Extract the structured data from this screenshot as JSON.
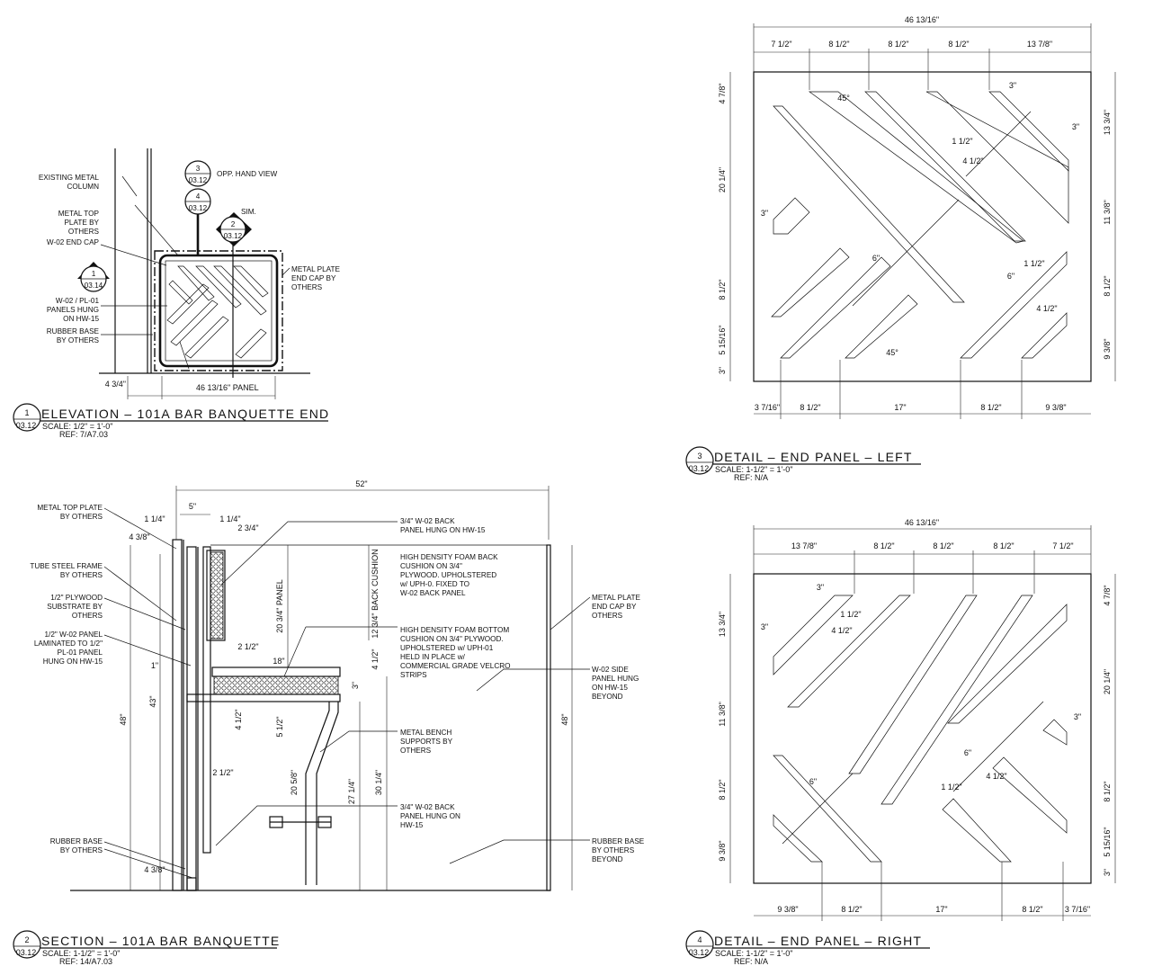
{
  "elevation": {
    "title": "ELEVATION – 101A BAR BANQUETTE END",
    "num": "1",
    "sheet": "03.12",
    "scale": "SCALE: 1/2\" = 1'-0\"",
    "ref": "REF: 7/A7.03",
    "notes": {
      "column": [
        "EXISTING METAL",
        "COLUMN"
      ],
      "top_plate": [
        "METAL TOP",
        "PLATE BY",
        "OTHERS"
      ],
      "end_cap": "W-02 END CAP",
      "panels": [
        "W-02 / PL-01",
        "PANELS HUNG",
        "ON HW-15"
      ],
      "base": [
        "RUBBER BASE",
        "BY OTHERS"
      ],
      "plate": [
        "METAL PLATE",
        "END CAP BY",
        "OTHERS"
      ]
    },
    "tags": [
      {
        "top": "3",
        "bot": "03.12",
        "note": "OPP. HAND VIEW"
      },
      {
        "top": "4",
        "bot": "03.12",
        "note": ""
      },
      {
        "top": "2",
        "bot": "03.12",
        "note": "SIM."
      },
      {
        "top": "1",
        "bot": "03.14",
        "note": ""
      }
    ],
    "dims": {
      "left": "4 3/4\"",
      "panel": "46 13/16\" PANEL"
    }
  },
  "section": {
    "title": "SECTION – 101A BAR BANQUETTE",
    "num": "2",
    "sheet": "03.12",
    "scale": "SCALE: 1-1/2\" = 1'-0\"",
    "ref": "REF: 14/A7.03",
    "notes": {
      "top_plate": [
        "METAL TOP PLATE",
        "BY OTHERS"
      ],
      "tube": [
        "TUBE STEEL FRAME",
        "BY OTHERS"
      ],
      "plywood": [
        "1/2\" PLYWOOD",
        "SUBSTRATE BY",
        "OTHERS"
      ],
      "panel": [
        "1/2\" W-02 PANEL",
        "LAMINATED TO 1/2\"",
        "PL-01 PANEL",
        "HUNG ON HW-15"
      ],
      "base": [
        "RUBBER BASE",
        "BY OTHERS"
      ],
      "back_panel": [
        "3/4\" W-02 BACK",
        "PANEL HUNG ON HW-15"
      ],
      "back_cushion": [
        "HIGH DENSITY FOAM BACK",
        "CUSHION ON 3/4\"",
        "PLYWOOD.  UPHOLSTERED",
        "w/ UPH-0.  FIXED TO",
        "W-02 BACK PANEL"
      ],
      "bottom_cushion": [
        "HIGH DENSITY FOAM BOTTOM",
        "CUSHION ON 3/4\" PLYWOOD.",
        "UPHOLSTERED w/ UPH-01",
        "HELD IN PLACE w/",
        "COMMERCIAL GRADE VELCRO",
        "STRIPS"
      ],
      "bench": [
        "METAL BENCH",
        "SUPPORTS BY",
        "OTHERS"
      ],
      "back_panel_2": [
        "3/4\" W-02 BACK",
        "PANEL HUNG ON",
        "HW-15"
      ],
      "plate": [
        "METAL PLATE",
        "END CAP BY",
        "OTHERS"
      ],
      "side_panel": [
        "W-02 SIDE",
        "PANEL HUNG",
        "ON HW-15",
        "BEYOND"
      ],
      "base_beyond": [
        "RUBBER BASE",
        "BY OTHERS",
        "BEYOND"
      ]
    },
    "dims": {
      "overall": "52\"",
      "d5": "5\"",
      "d14a": "1 1/4\"",
      "d14b": "1 1/4\"",
      "d234": "2 3/4\"",
      "d1": "1\"",
      "d48l": "48\"",
      "d43": "43\"",
      "d18": "18\"",
      "d3": "3\"",
      "d212a": "2 1/2\"",
      "d212b": "2 1/2\"",
      "d412a": "4 1/2\"",
      "d412b": "4 1/2\"",
      "d2034": "20 3/4\" PANEL",
      "d1234": "12 3/4\" BACK CUSHION",
      "d2058": "20 5/8\"",
      "d3014": "30 1/4\"",
      "d2714": "27 1/4\"",
      "d48r": "48\"",
      "d512": "5 1/2\"",
      "d438a": "4 3/8\"",
      "d438b": "4 3/8\""
    }
  },
  "detail_left": {
    "title": "DETAIL – END PANEL – LEFT",
    "num": "3",
    "sheet": "03.12",
    "scale": "SCALE: 1-1/2\" = 1'-0\"",
    "ref": "REF: N/A",
    "top_overall": "46 13/16\"",
    "top_dims": [
      "7 1/2\"",
      "8 1/2\"",
      "8 1/2\"",
      "8 1/2\"",
      "13 7/8\""
    ],
    "bottom_dims": [
      "3 7/16\"",
      "8 1/2\"",
      "17\"",
      "8 1/2\"",
      "9 3/8\""
    ],
    "left_dims": [
      "4 7/8\"",
      "20 1/4\"",
      "8 1/2\"",
      "5 15/16\"",
      "3\""
    ],
    "right_dims": [
      "13 3/4\"",
      "11 3/8\"",
      "8 1/2\"",
      "9 3/8\""
    ],
    "angle": "45°",
    "slot_dims": [
      "3\"",
      "3\"",
      "3\"",
      "1 1/2\"",
      "4 1/2\"",
      "6\"",
      "1 1/2\"",
      "4 1/2\"",
      "6\""
    ]
  },
  "detail_right": {
    "title": "DETAIL – END PANEL – RIGHT",
    "num": "4",
    "sheet": "03.12",
    "scale": "SCALE: 1-1/2\" = 1'-0\"",
    "ref": "REF: N/A",
    "top_overall": "46 13/16\"",
    "top_dims": [
      "13 7/8\"",
      "8 1/2\"",
      "8 1/2\"",
      "8 1/2\"",
      "7 1/2\""
    ],
    "bottom_dims": [
      "9 3/8\"",
      "8 1/2\"",
      "17\"",
      "8 1/2\"",
      "3 7/16\""
    ],
    "left_dims": [
      "13 3/4\"",
      "11 3/8\"",
      "8 1/2\"",
      "9 3/8\""
    ],
    "right_dims": [
      "4 7/8\"",
      "20 1/4\"",
      "8 1/2\"",
      "5 15/16\"",
      "3\""
    ],
    "slot_dims": [
      "3\"",
      "3\"",
      "3\"",
      "1 1/2\"",
      "4 1/2\"",
      "6\"",
      "1 1/2\"",
      "4 1/2\"",
      "6\""
    ]
  }
}
